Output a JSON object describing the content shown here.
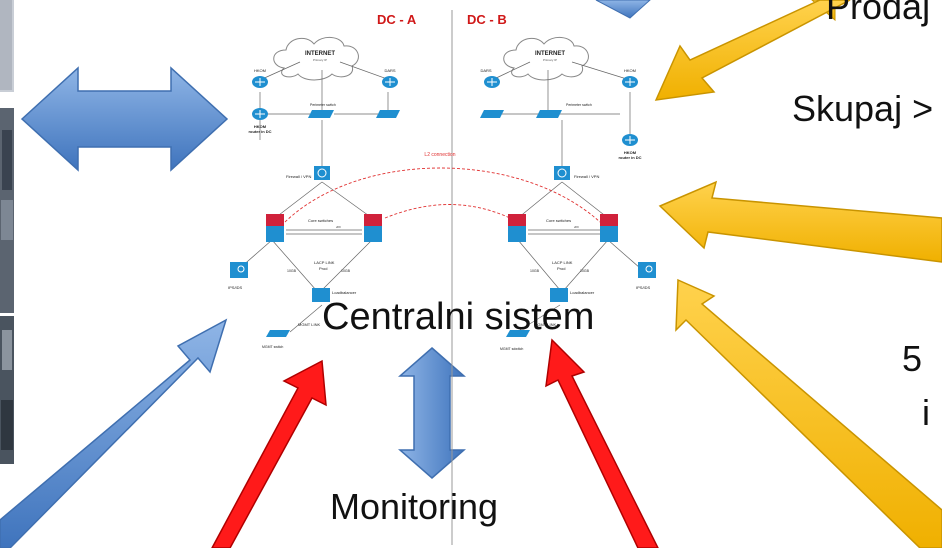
{
  "labels": {
    "central_system": "Centralni sistem",
    "monitoring": "Monitoring",
    "prodaj_partial": "Prodaj",
    "skupaj_partial": "Skupaj >",
    "five_partial": "5",
    "i_partial": "i"
  },
  "diagram": {
    "dc_a": "DC - A",
    "dc_b": "DC - B",
    "internet": "INTERNET",
    "internet_sub": "Primary IP",
    "hkom": "HKOM",
    "dars": "DARS",
    "hkom_router": "HKOM",
    "hkom_router_sub": "router in DC",
    "perimeter_switch": "Perimeter switch",
    "firewall": "Firewall / VPN",
    "l2_connection": "L2 connection",
    "core_switches": "Core switches",
    "vpc": "vPc",
    "lacp_link": "LACP LINK",
    "prod": "Prod",
    "link_speed": "10GB",
    "ips_ids": "IPS/IDS",
    "loadbalancer": "Loadbalancer",
    "mgmt_link": "MGMT LINK",
    "mgmt_switch_a": "MGMT switch",
    "mgmt_switch_b": "MGMT sdwitch"
  },
  "colors": {
    "blue_arrow": "#5b8fd0",
    "yellow_arrow": "#ffc000",
    "red_arrow": "#ff0000",
    "device_blue": "#1f8fd0",
    "core_red": "#d0213b",
    "l2_red": "#e03030"
  }
}
